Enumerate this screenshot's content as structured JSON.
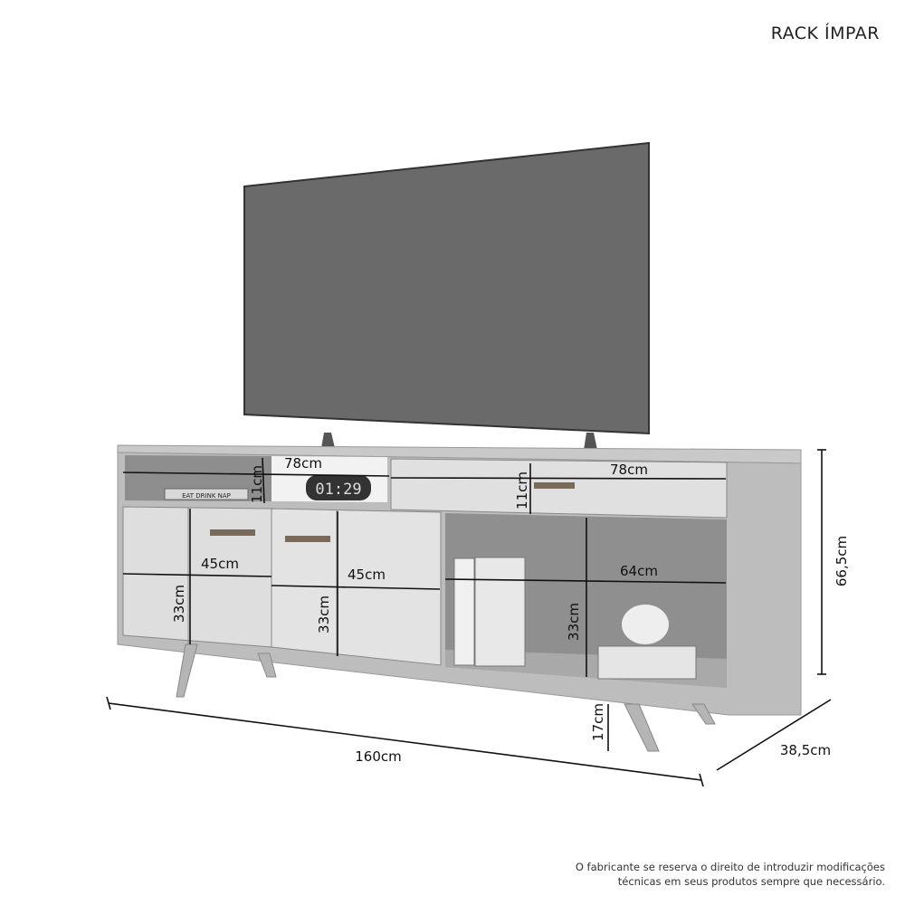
{
  "title": "RACK ÍMPAR",
  "dimensions": {
    "top_shelf_left_width": "78cm",
    "top_shelf_left_height": "11cm",
    "drawer_width": "78cm",
    "drawer_height": "11cm",
    "left_door_width": "45cm",
    "left_door_height": "33cm",
    "center_door_width": "45cm",
    "center_door_height": "33cm",
    "open_niche_width": "64cm",
    "open_niche_height": "33cm",
    "leg_height": "17cm",
    "total_height": "66,5cm",
    "total_width": "160cm",
    "depth": "38,5cm"
  },
  "props": {
    "clock_display": "01:29",
    "book_title": "EAT DRINK NAP"
  },
  "colors": {
    "tv_screen": "#616161",
    "cabinet_wood": "#b9b9b9",
    "door_face": "#dcdcdc",
    "interior": "#8f8f8f"
  },
  "footer": {
    "line1": "O fabricante se reserva o direito de introduzir modificações",
    "line2": "técnicas em seus produtos sempre que necessário."
  }
}
